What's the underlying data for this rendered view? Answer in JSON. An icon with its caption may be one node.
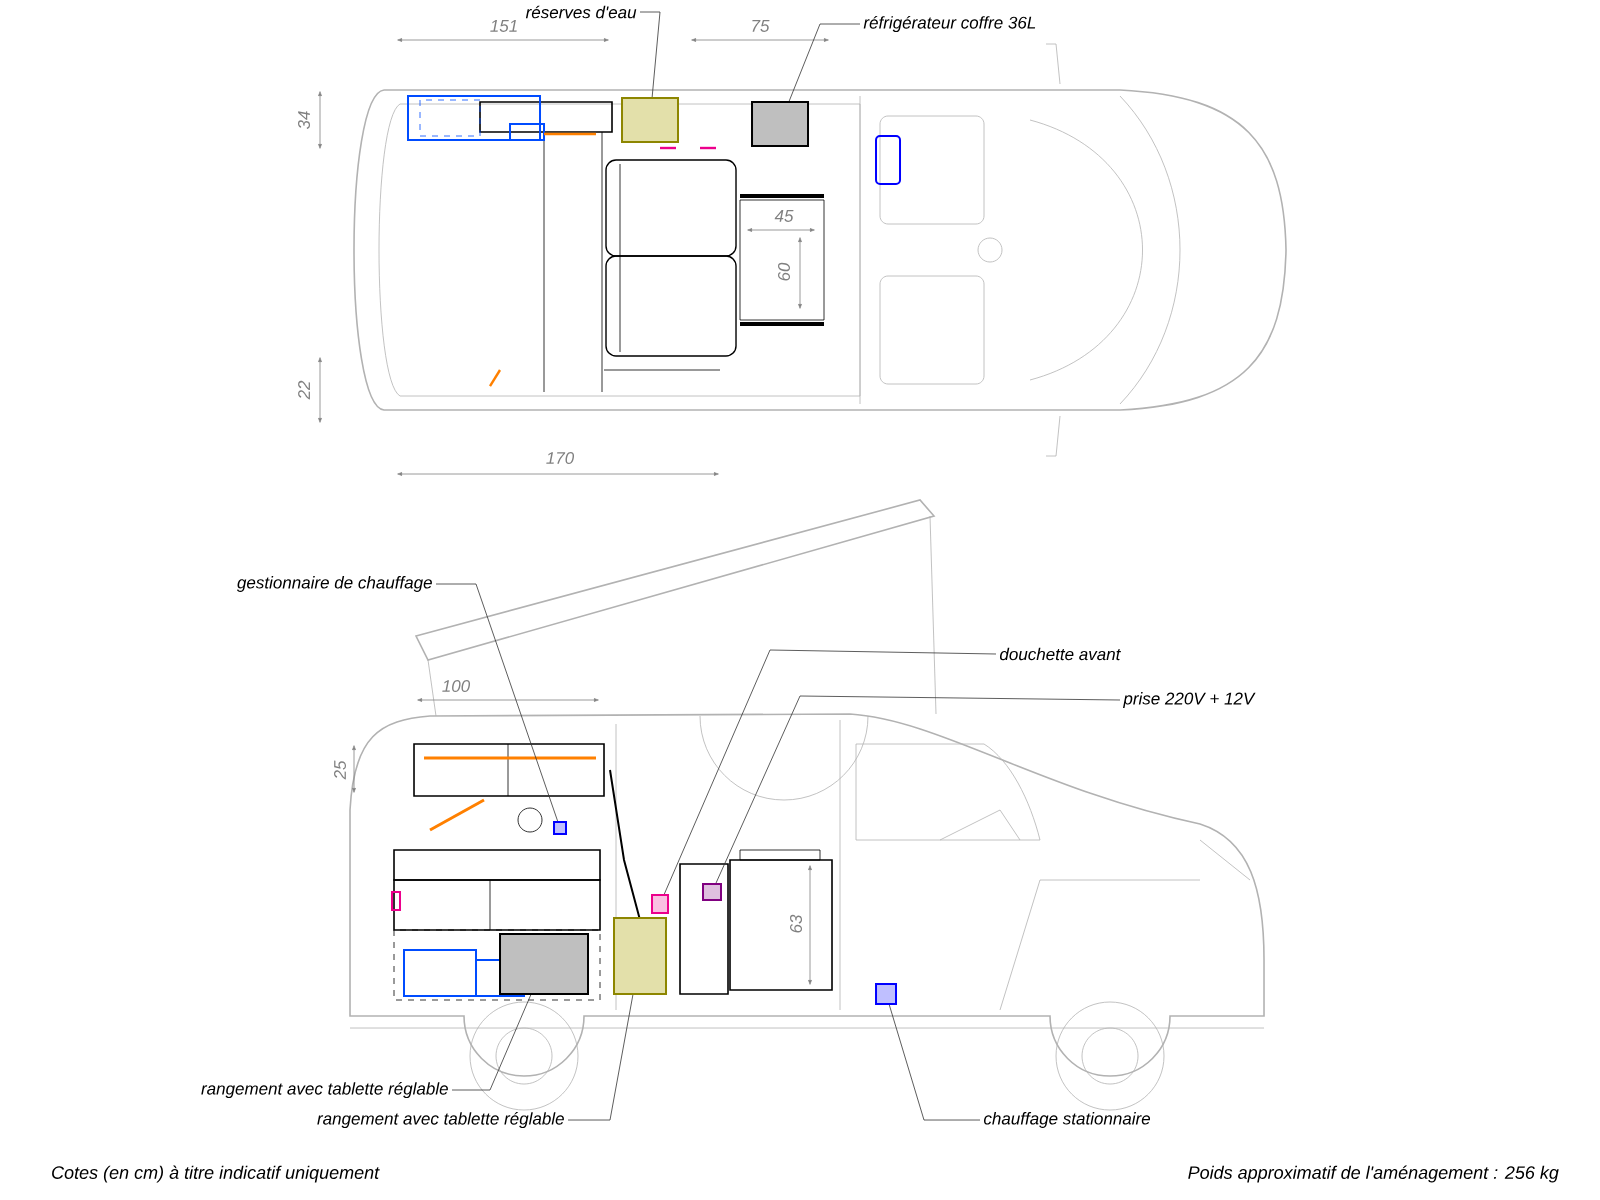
{
  "diagram": {
    "nodes": [
      {
        "text": [
          "réserves d'eau"
        ]
      },
      {
        "text": [],
        "shape": "box"
      },
      {
        "text": [
          "réfrigérateur coffre 36L"
        ]
      },
      {
        "text": [],
        "shape": "box"
      },
      {
        "text": [
          "gestionnaire de chauffage"
        ]
      },
      {
        "text": [],
        "shape": "box"
      },
      {
        "text": [
          "douchette avant"
        ]
      },
      {
        "text": [],
        "shape": "box"
      },
      {
        "text": [
          "prise 220V + 12V"
        ]
      },
      {
        "text": [],
        "shape": "box"
      },
      {
        "text": [
          "rangement avec tablette réglable"
        ]
      },
      {
        "text": [],
        "shape": "box"
      },
      {
        "text": [
          "rangement avec tablette réglable"
        ]
      },
      {
        "text": [],
        "shape": "box"
      },
      {
        "text": [
          "chauffage stationnaire"
        ]
      },
      {
        "text": [],
        "shape": "box"
      }
    ],
    "edges": [
      {
        "from": 0,
        "to": 1,
        "arrow": "none"
      },
      {
        "from": 2,
        "to": 3,
        "arrow": "none"
      },
      {
        "from": 4,
        "to": 5,
        "arrow": "none"
      },
      {
        "from": 6,
        "to": 7,
        "arrow": "none"
      },
      {
        "from": 8,
        "to": 9,
        "arrow": "none"
      },
      {
        "from": 10,
        "to": 11,
        "arrow": "none"
      },
      {
        "from": 12,
        "to": 13,
        "arrow": "none"
      },
      {
        "from": 14,
        "to": 15,
        "arrow": "none"
      }
    ],
    "labels": [
      "151",
      "75",
      "34",
      "45",
      "60",
      "22",
      "170",
      "100",
      "25",
      "63",
      "Cotes (en cm) à titre indicatif uniquement",
      "Poids approximatif de l'aménagement : 256 kg"
    ]
  }
}
